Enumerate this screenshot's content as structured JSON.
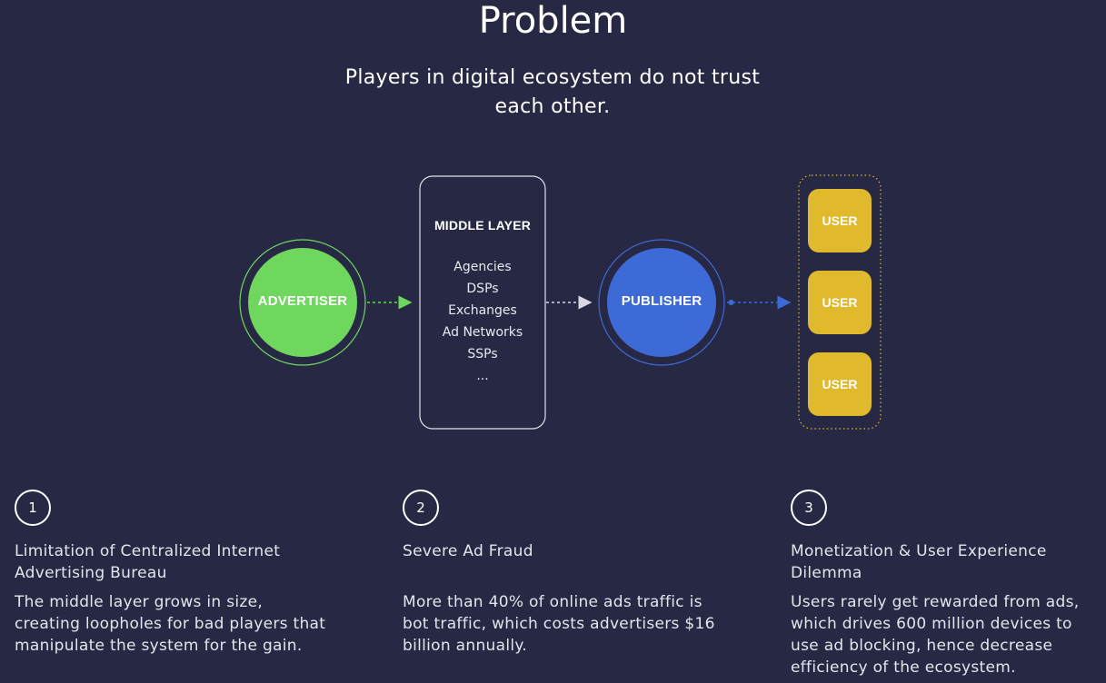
{
  "header": {
    "title": "Problem",
    "subtitle": "Players in digital ecosystem do not trust each other."
  },
  "diagram": {
    "advertiser": {
      "label": "ADVERTISER",
      "color": "#6fd65e"
    },
    "middle_layer": {
      "title": "MIDDLE LAYER",
      "items": [
        "Agencies",
        "DSPs",
        "Exchanges",
        "Ad Networks",
        "SSPs",
        "..."
      ]
    },
    "publisher": {
      "label": "PUBLISHER",
      "color": "#3d6ad6"
    },
    "users": {
      "color": "#e0b92d",
      "items": [
        "USER",
        "USER",
        "USER"
      ]
    }
  },
  "problems": [
    {
      "number": "1",
      "heading": "Limitation of Centralized Internet Advertising Bureau",
      "body": "The middle layer grows in size, creating loopholes for bad players that manipulate the system for the gain."
    },
    {
      "number": "2",
      "heading": "Severe Ad Fraud",
      "body": "More than 40% of online ads traffic is bot traffic, which costs advertisers $16 billion annually."
    },
    {
      "number": "3",
      "heading": "Monetization & User Experience Dilemma",
      "body": "Users rarely get rewarded from ads, which drives 600 million devices to use ad blocking, hence decrease efficiency of the ecosystem."
    }
  ]
}
